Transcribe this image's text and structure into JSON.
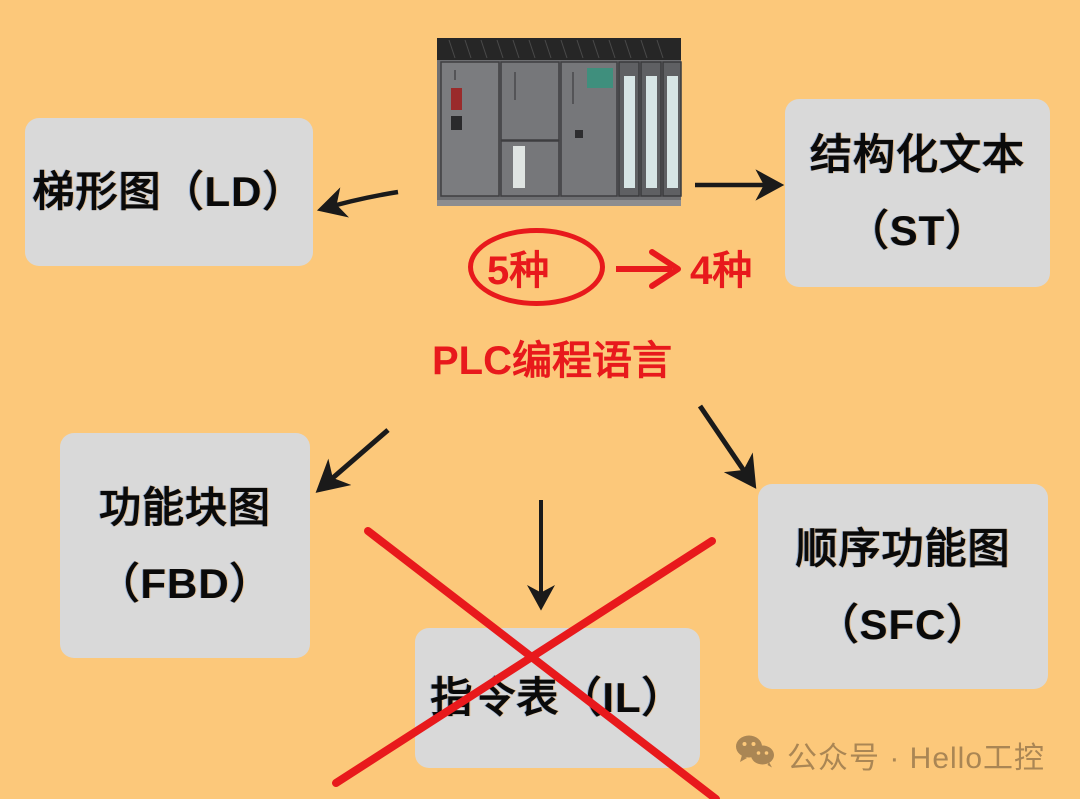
{
  "page": {
    "background_color": "#fcc87a",
    "box_fill_color": "#d9d9d9",
    "accent_red": "#e8191c",
    "arrow_color": "#1a1a1a",
    "watermark_color": "#9c7b4e"
  },
  "boxes": {
    "ladder": {
      "line1": "梯形图（LD）"
    },
    "structured_text": {
      "line1": "结构化文本",
      "line2": "（ST）"
    },
    "function_block": {
      "line1": "功能块图",
      "line2": "（FBD）"
    },
    "sequential_function": {
      "line1": "顺序功能图",
      "line2": "（SFC）"
    },
    "instruction_list": {
      "line1": "指令表（IL）"
    }
  },
  "annotations": {
    "count_before": "5种",
    "count_after": "4种",
    "arrow_symbol": "→",
    "caption": "PLC编程语言"
  },
  "hardware": {
    "label": "plc-rack-photo"
  },
  "watermark": {
    "icon": "wechat-icon",
    "text": "公众号 · Hello工控"
  }
}
